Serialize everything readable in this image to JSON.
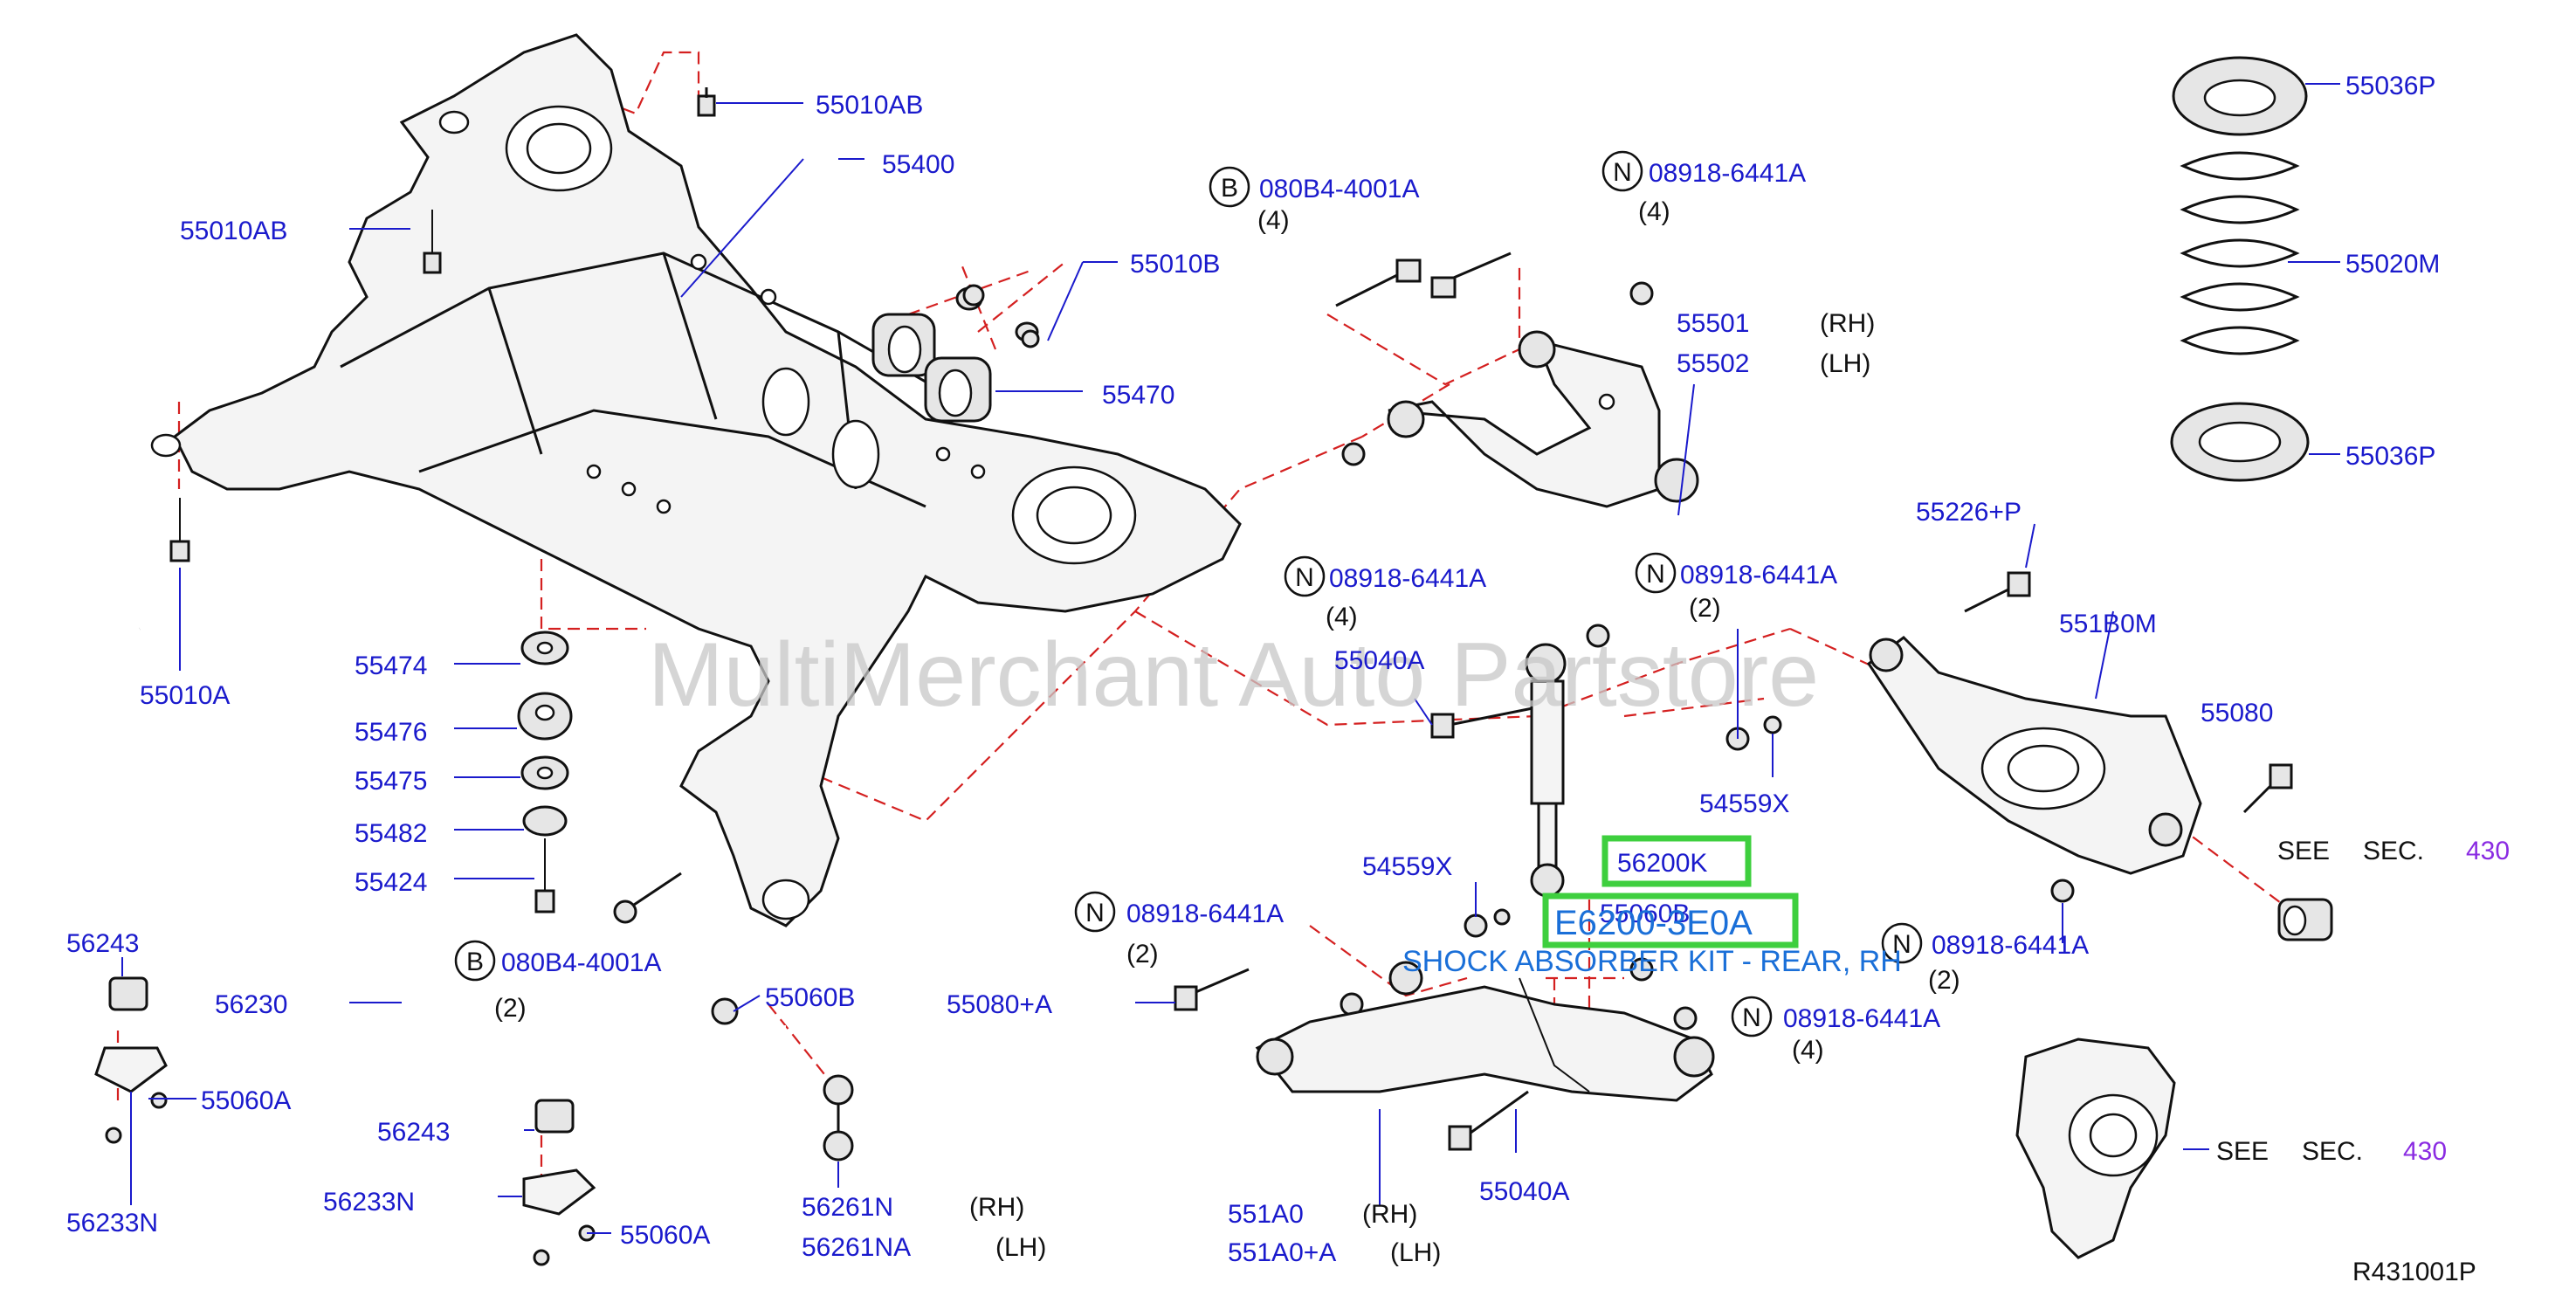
{
  "watermark": "MultiMerchant Auto Partstore",
  "diagram_code": "R431001P",
  "colors": {
    "part_number": "#1a1acc",
    "section_ref": "#8a2be2",
    "highlight_box": "#3ecf3e",
    "highlight_text": "#1a6fd8",
    "dashed_line": "#d42020"
  },
  "highlight": {
    "part": "56200K",
    "part_full": "E6200-3E0A",
    "kit_label": "SHOCK ABSORBER KIT - REAR, RH"
  },
  "labels": {
    "p55010AB_top": "55010AB",
    "p55400": "55400",
    "p55010AB_left": "55010AB",
    "p55010B": "55010B",
    "p55470": "55470",
    "p55010A": "55010A",
    "p55474": "55474",
    "p55476": "55476",
    "p55475": "55475",
    "p55482": "55482",
    "p55424": "55424",
    "p080B4_bottom": "080B4-4001A",
    "q_080B4_bottom": "(2)",
    "p56243_a": "56243",
    "p56230": "56230",
    "p55060B": "55060B",
    "p55060A_a": "55060A",
    "p56233N_a": "56233N",
    "p56243_b": "56243",
    "p56233N_b": "56233N",
    "p55060A_b": "55060A",
    "p56261N": "56261N",
    "s56261N": "(RH)",
    "p56261NA": "56261NA",
    "s56261NA": "(LH)",
    "p080B4_top": "080B4-4001A",
    "q_080B4_top": "(4)",
    "p08918_top": "08918-6441A",
    "q_08918_top": "(4)",
    "p55501": "55501",
    "s55501": "(RH)",
    "p55502": "55502",
    "s55502": "(LH)",
    "p08918_mid_l": "08918-6441A",
    "q_08918_mid_l": "(4)",
    "p55040A_top": "55040A",
    "p08918_mid_r": "08918-6441A",
    "q_08918_mid_r": "(2)",
    "p54559X_r": "54559X",
    "p54559X_l": "54559X",
    "p56200K": "56200K",
    "p55060B_mid": "55060B",
    "p08918_low_l": "08918-6441A",
    "q_08918_low_l": "(2)",
    "p55080A": "55080+A",
    "p551A0": "551A0",
    "s551A0": "(RH)",
    "p551A0A": "551A0+A",
    "s551A0A": "(LH)",
    "p55040A_bot": "55040A",
    "p08918_low_r": "08918-6441A",
    "q_08918_low_r": "(4)",
    "p08918_far": "08918-6441A",
    "q_08918_far": "(2)",
    "p55036P_top": "55036P",
    "p55020M": "55020M",
    "p55036P_bot": "55036P",
    "p55226P": "55226+P",
    "p551B0M": "551B0M",
    "p55080": "55080",
    "see1_a": "SEE",
    "see1_b": "SEC.",
    "see1_c": "430",
    "see2_a": "SEE",
    "see2_b": "SEC.",
    "see2_c": "430"
  },
  "callouts": {
    "B": "B",
    "N": "N"
  }
}
